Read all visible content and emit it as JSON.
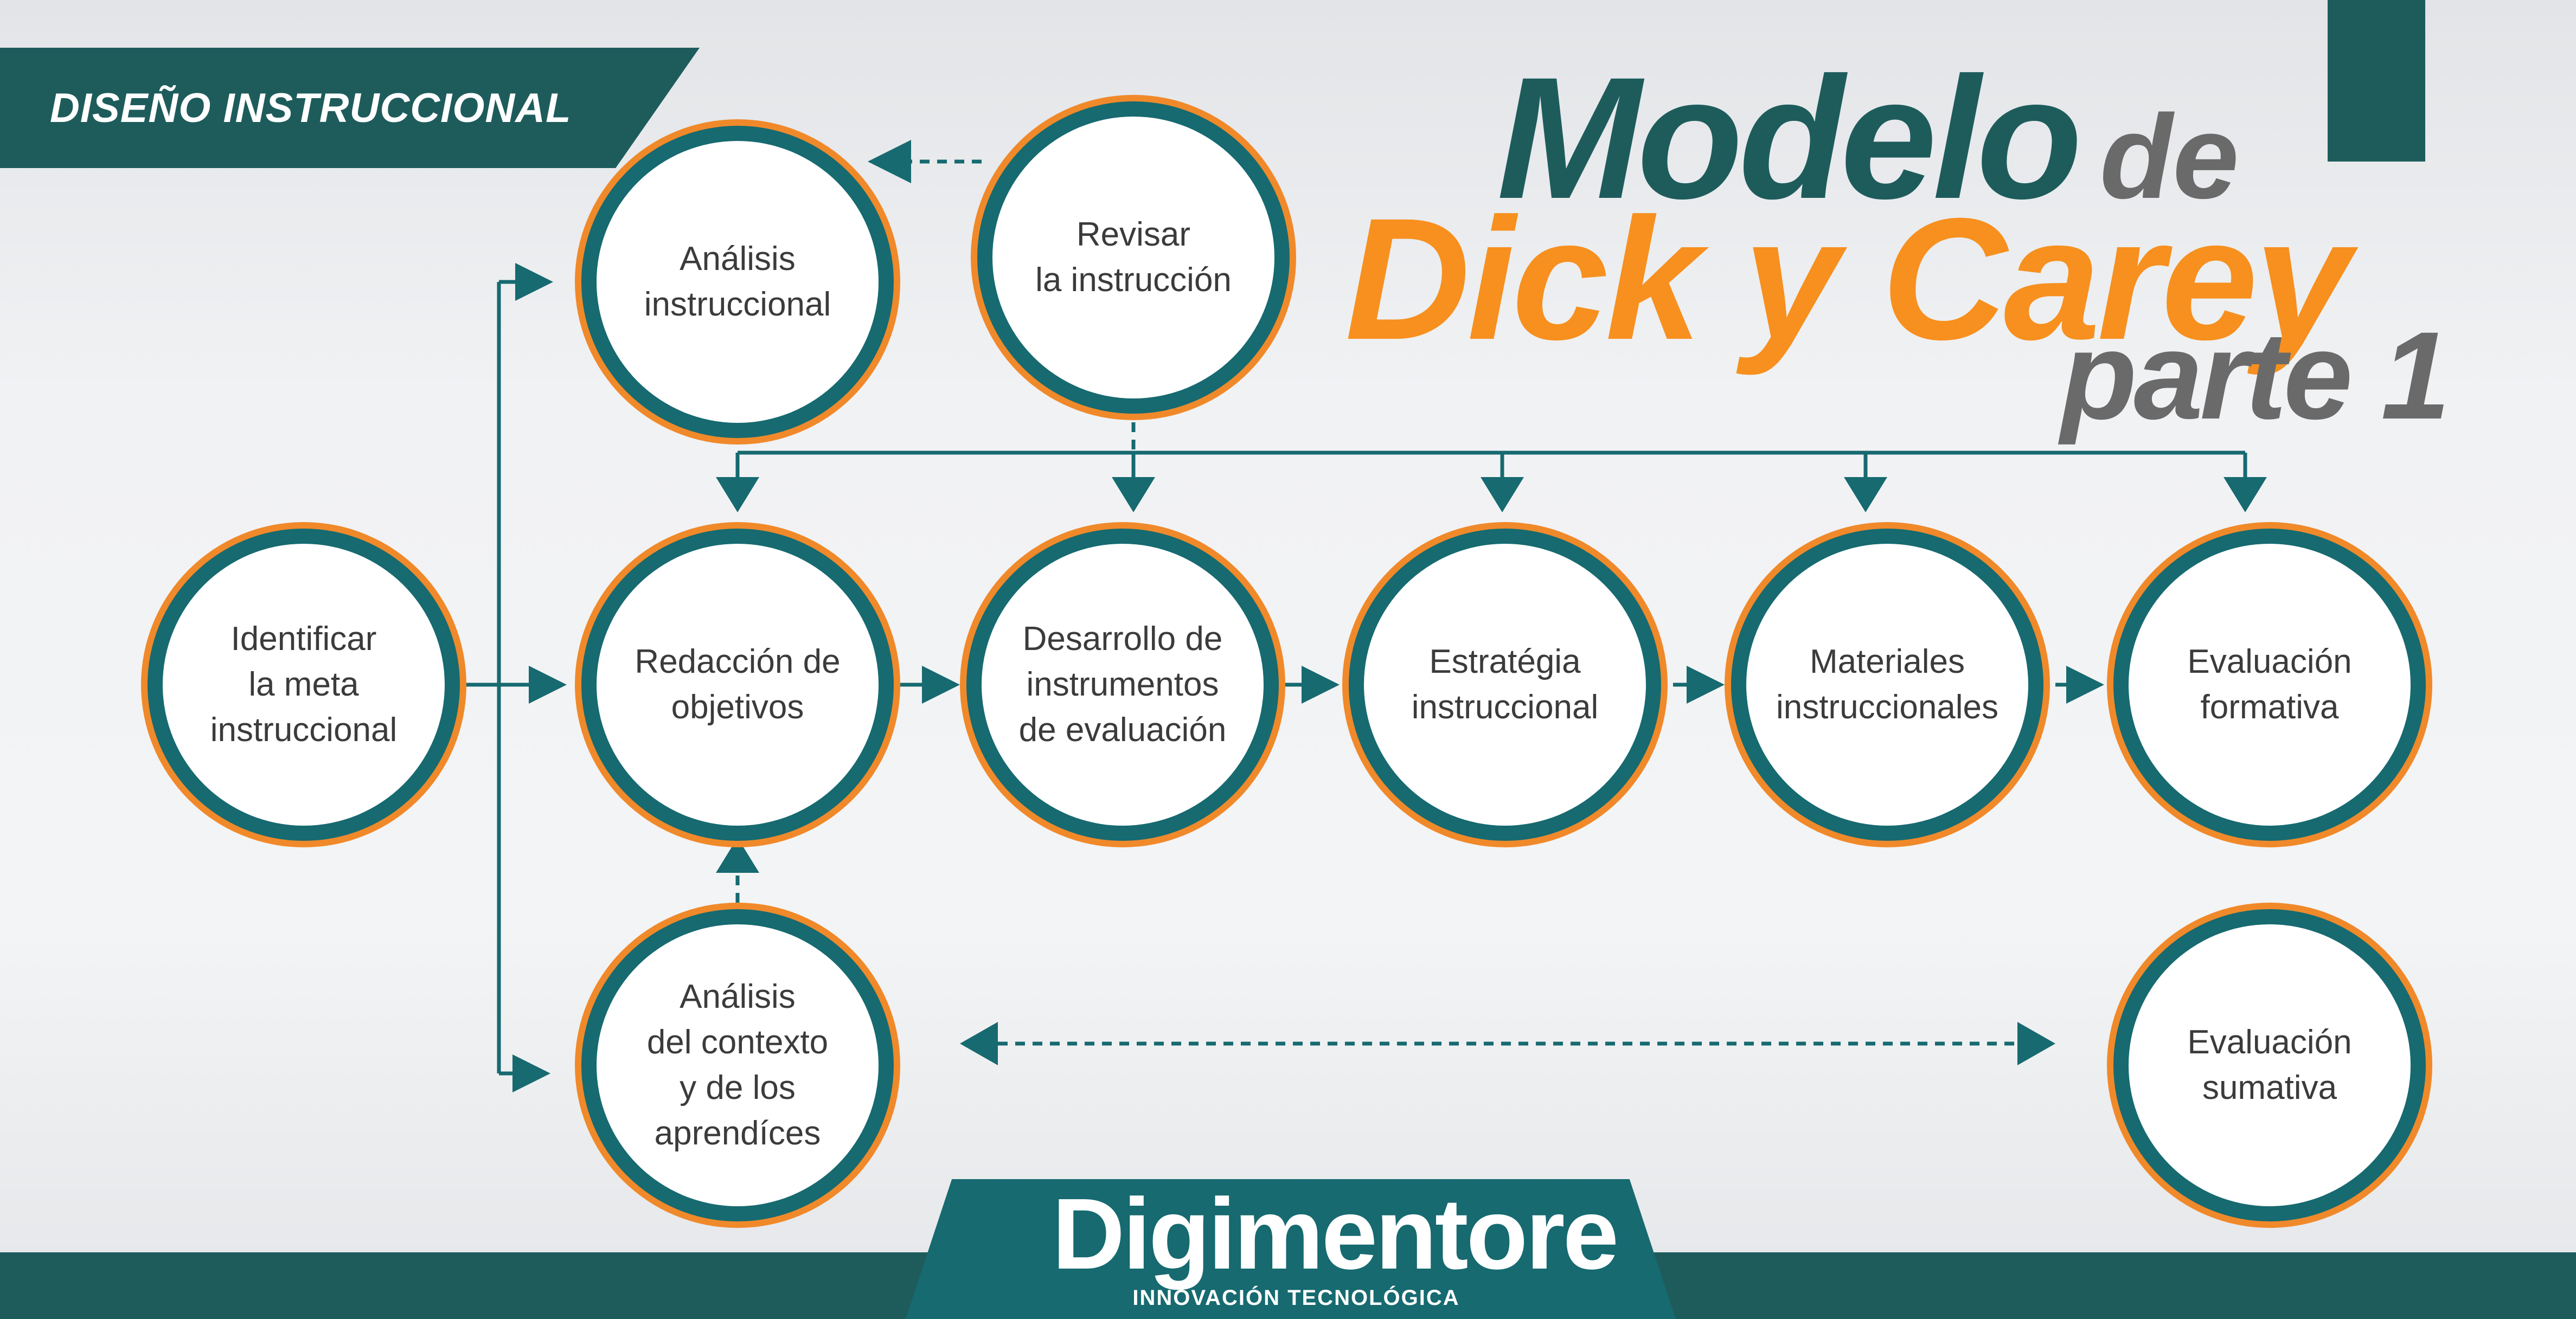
{
  "header": {
    "banner": "DISEÑO INSTRUCCIONAL",
    "title_part1": "Modelo",
    "title_part2": "de",
    "title_line2": "Dick y Carey",
    "title_line3": "parte 1"
  },
  "nodes": {
    "identificar_meta": "Identificar\nla meta\ninstruccional",
    "analisis_instruccional": "Análisis\ninstruccional",
    "revisar_instruccion": "Revisar\nla instrucción",
    "redaccion_objetivos": "Redacción de\nobjetivos",
    "desarrollo_instrumentos": "Desarrollo de\ninstrumentos\nde evaluación",
    "estrategia_instruccional": "Estratégia\ninstruccional",
    "materiales_instruccionales": "Materiales\ninstruccionales",
    "evaluacion_formativa": "Evaluación\nformativa",
    "analisis_contexto": "Análisis\ndel contexto\ny de los\naprendíces",
    "evaluacion_sumativa": "Evaluación\nsumativa"
  },
  "footer": {
    "logo": "Digimentore",
    "tagline": "INNOVACIÓN TECNOLÓGICA"
  },
  "colors": {
    "teal_dark": "#1e5c5c",
    "teal": "#166a70",
    "orange": "#f7901e",
    "gray": "#6a6a6a"
  },
  "icons": [
    "hand-pointer-icon",
    "arrow-icon"
  ]
}
